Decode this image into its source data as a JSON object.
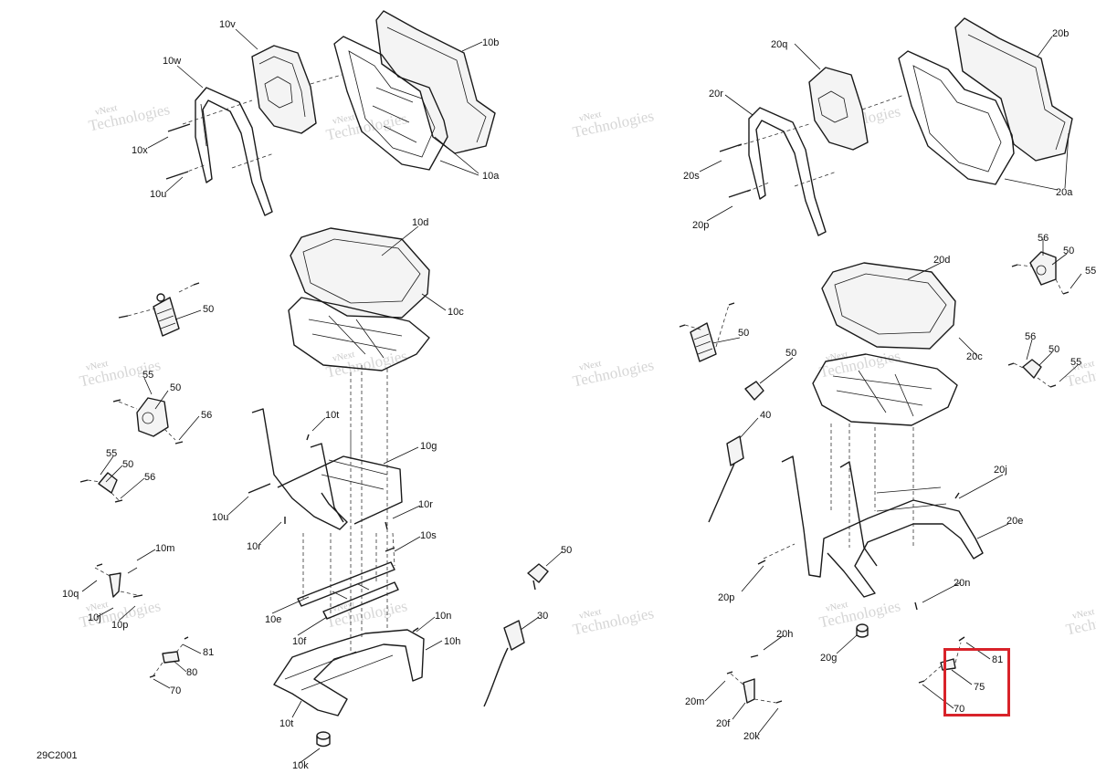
{
  "figure_id": "29C2001",
  "watermark": {
    "line1": "vNext",
    "line2": "Technologies"
  },
  "highlight_color": "#d8232a",
  "labels": {
    "l10v": "10v",
    "l10w": "10w",
    "l10b": "10b",
    "l10x": "10x",
    "l10u_top": "10u",
    "l10a": "10a",
    "l10d": "10d",
    "l10c": "10c",
    "l50_a": "50",
    "l55_a": "55",
    "l50_b": "50",
    "l56_a": "56",
    "l55_b": "55",
    "l50_c": "50",
    "l56_b": "56",
    "l10t_a": "10t",
    "l10g": "10g",
    "l10u_b": "10u",
    "l10r_a": "10r",
    "l10r_b": "10r",
    "l10s": "10s",
    "l10m": "10m",
    "l10q": "10q",
    "l10j": "10j",
    "l10p": "10p",
    "l10e": "10e",
    "l10f": "10f",
    "l10n": "10n",
    "l10h": "10h",
    "l81_a": "81",
    "l80": "80",
    "l70_a": "70",
    "l10t_b": "10t",
    "l10k": "10k",
    "l30": "30",
    "l50_d": "50",
    "l20q": "20q",
    "l20b": "20b",
    "l20r": "20r",
    "l20s": "20s",
    "l20p_a": "20p",
    "l20a": "20a",
    "l56_c": "56",
    "l50_e": "50",
    "l55_c": "55",
    "l20d": "20d",
    "l50_f": "50",
    "l50_g": "50",
    "l20c": "20c",
    "l56_d": "56",
    "l50_h": "50",
    "l55_d": "55",
    "l40": "40",
    "l20j": "20j",
    "l20e": "20e",
    "l20p_b": "20p",
    "l20n": "20n",
    "l20h": "20h",
    "l20g": "20g",
    "l81_b": "81",
    "l75": "75",
    "l20m": "20m",
    "l20f": "20f",
    "l20k": "20k",
    "l70_b": "70"
  }
}
